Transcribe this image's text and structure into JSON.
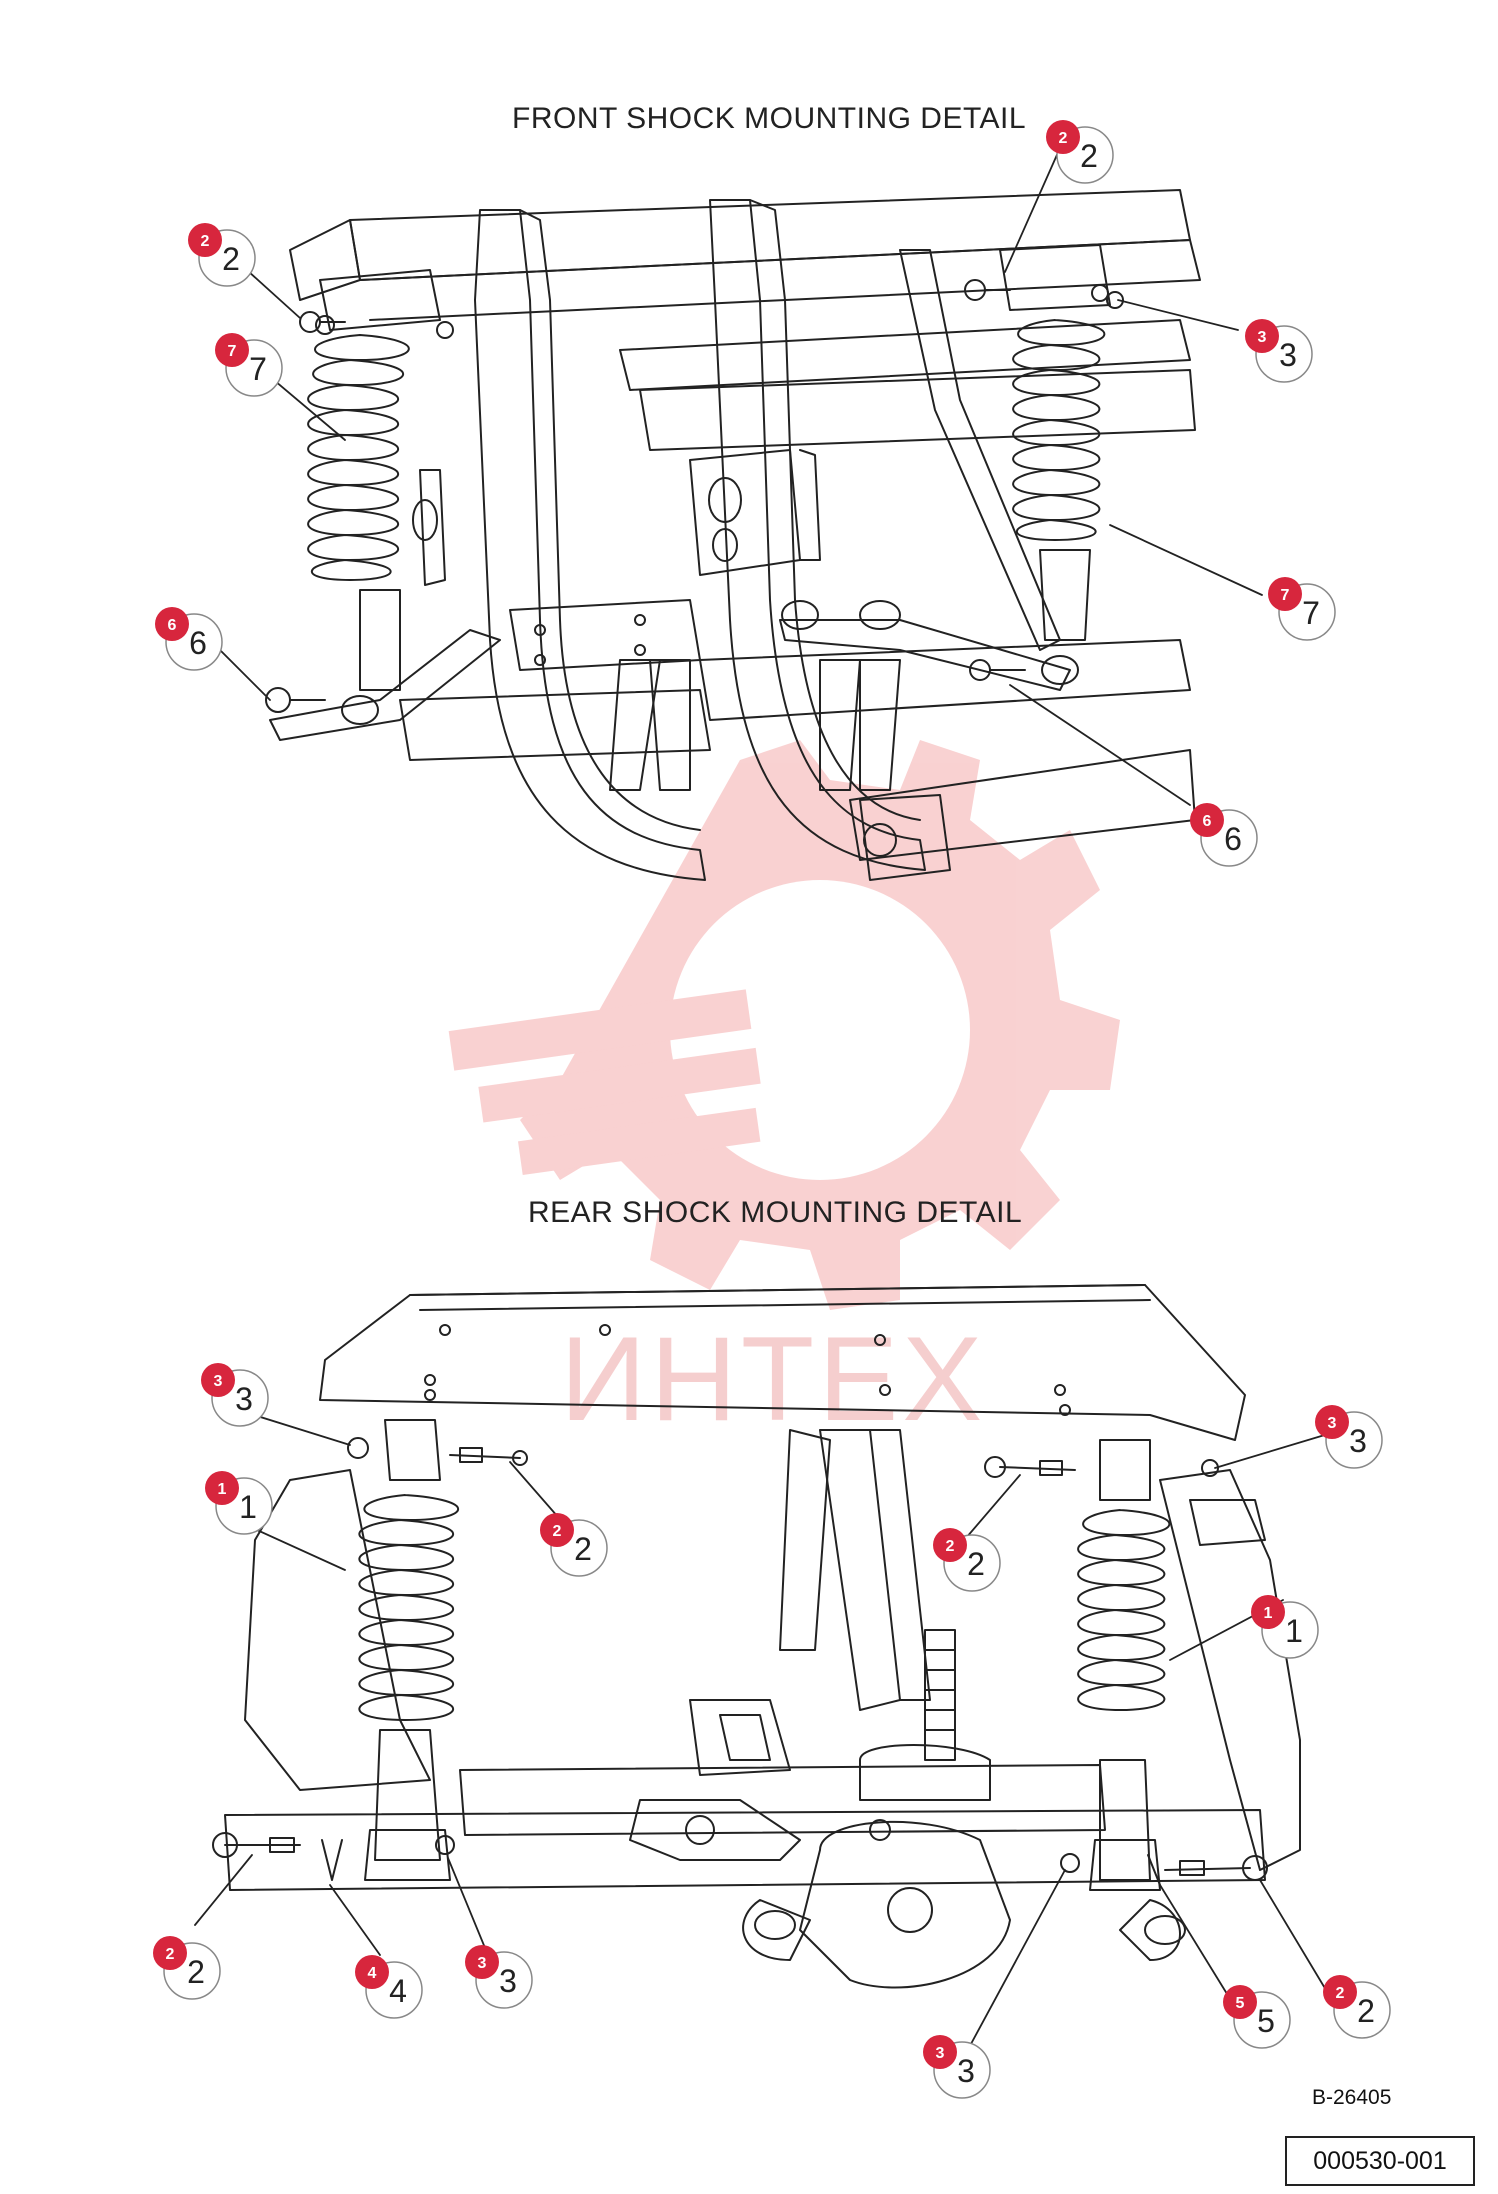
{
  "titles": {
    "front": "FRONT SHOCK MOUNTING DETAIL",
    "rear": "REAR SHOCK MOUNTING DETAIL"
  },
  "watermark": {
    "text": "ИНТЕХ",
    "color": "#e84a4a"
  },
  "figure_codes": {
    "drawing": "B-26405",
    "part": "000530-001"
  },
  "callouts": {
    "front": [
      {
        "id": "f-2a",
        "number": "2"
      },
      {
        "id": "f-2b",
        "number": "2"
      },
      {
        "id": "f-3",
        "number": "3"
      },
      {
        "id": "f-7a",
        "number": "7"
      },
      {
        "id": "f-7b",
        "number": "7"
      },
      {
        "id": "f-6a",
        "number": "6"
      },
      {
        "id": "f-6b",
        "number": "6"
      }
    ],
    "rear": [
      {
        "id": "r-3a",
        "number": "3"
      },
      {
        "id": "r-3b",
        "number": "3"
      },
      {
        "id": "r-1a",
        "number": "1"
      },
      {
        "id": "r-1b",
        "number": "1"
      },
      {
        "id": "r-2a",
        "number": "2"
      },
      {
        "id": "r-2b",
        "number": "2"
      },
      {
        "id": "r-2c",
        "number": "2"
      },
      {
        "id": "r-2d",
        "number": "2"
      },
      {
        "id": "r-4",
        "number": "4"
      },
      {
        "id": "r-3c",
        "number": "3"
      },
      {
        "id": "r-3d",
        "number": "3"
      },
      {
        "id": "r-5",
        "number": "5"
      }
    ]
  },
  "colors": {
    "line": "#222222",
    "badge": "#d7263d",
    "badge_text": "#ffffff"
  }
}
